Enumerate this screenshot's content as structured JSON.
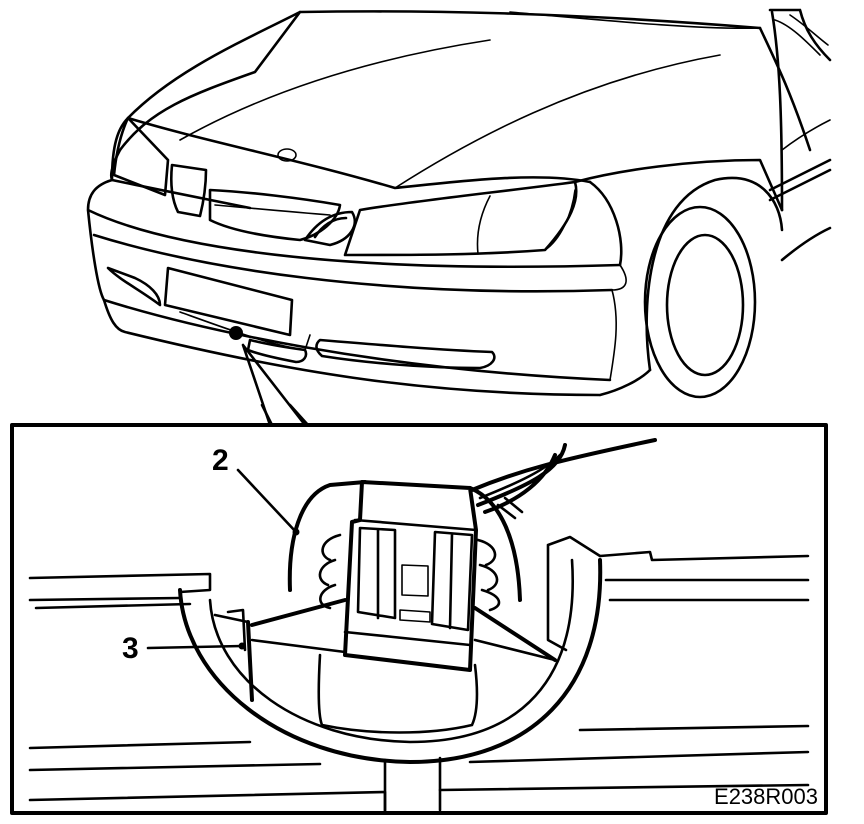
{
  "figure": {
    "callouts": [
      {
        "number": "2"
      },
      {
        "number": "3"
      }
    ],
    "figure_code": "E238R003"
  }
}
